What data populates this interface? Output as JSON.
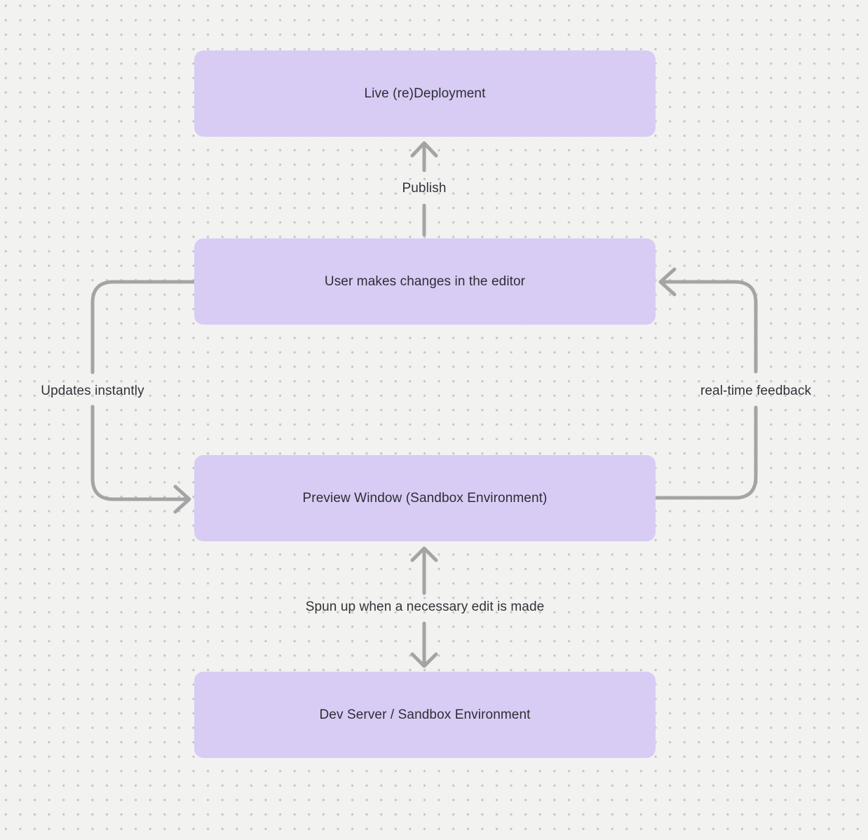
{
  "diagram": {
    "nodes": [
      {
        "id": "live-deployment",
        "label": "Live (re)Deployment"
      },
      {
        "id": "user-editor",
        "label": "User makes changes in the editor"
      },
      {
        "id": "preview-window",
        "label": "Preview Window (Sandbox Environment)"
      },
      {
        "id": "dev-server",
        "label": "Dev Server / Sandbox Environment"
      }
    ],
    "edges": [
      {
        "id": "publish",
        "label": "Publish",
        "from": "user-editor",
        "to": "live-deployment",
        "direction": "up"
      },
      {
        "id": "updates-instantly",
        "label": "Updates instantly",
        "from": "user-editor",
        "to": "preview-window",
        "direction": "down-left-loop"
      },
      {
        "id": "real-time-feedback",
        "label": "real-time feedback",
        "from": "preview-window",
        "to": "user-editor",
        "direction": "up-right-loop"
      },
      {
        "id": "spun-up",
        "label": "Spun up when a necessary edit is made",
        "from": "preview-window",
        "to": "dev-server",
        "direction": "bidirectional"
      }
    ],
    "colors": {
      "background": "#f2f2f1",
      "grid_dot": "#c4c2c2",
      "node_fill": "#d8ccf5",
      "node_text": "#2e2d33",
      "arrow": "#a5a3a3",
      "label_text": "#333238"
    }
  }
}
